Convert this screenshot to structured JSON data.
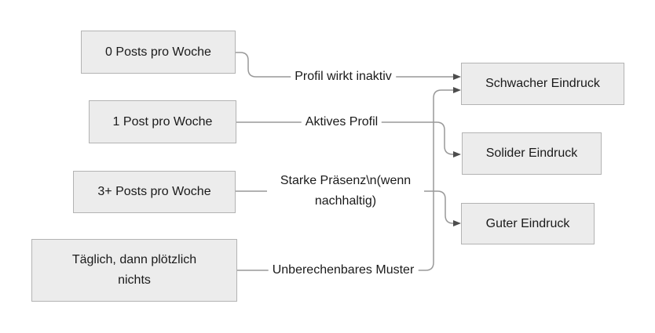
{
  "diagram": {
    "type": "flowchart-left-right",
    "background_color": "#ffffff",
    "node_fill_color": "#ececec",
    "node_border_color": "#b3b3b3",
    "edge_line_color": "#999999",
    "arrowhead_color": "#4d4d4d",
    "nodes": {
      "left": [
        {
          "label": "0 Posts pro Woche"
        },
        {
          "label": "1 Post pro Woche"
        },
        {
          "label": "3+ Posts pro Woche"
        },
        {
          "label": "Täglich, dann plötzlich nichts"
        }
      ],
      "right": [
        {
          "label": "Schwacher Eindruck"
        },
        {
          "label": "Solider Eindruck"
        },
        {
          "label": "Guter Eindruck"
        }
      ]
    },
    "edges": [
      {
        "from": "0 Posts pro Woche",
        "label": "Profil wirkt inaktiv",
        "to": "Schwacher Eindruck"
      },
      {
        "from": "1 Post pro Woche",
        "label": "Aktives Profil",
        "to": "Solider Eindruck"
      },
      {
        "from": "3+ Posts pro Woche",
        "label": "Starke Präsenz\\n(wenn nachhaltig)",
        "label_line1": "Starke Präsenz\\n(wenn",
        "label_line2": "nachhaltig)",
        "to": "Guter Eindruck"
      },
      {
        "from": "Täglich, dann plötzlich nichts",
        "label": "Unberechenbares Muster",
        "to": "Schwacher Eindruck"
      }
    ]
  }
}
